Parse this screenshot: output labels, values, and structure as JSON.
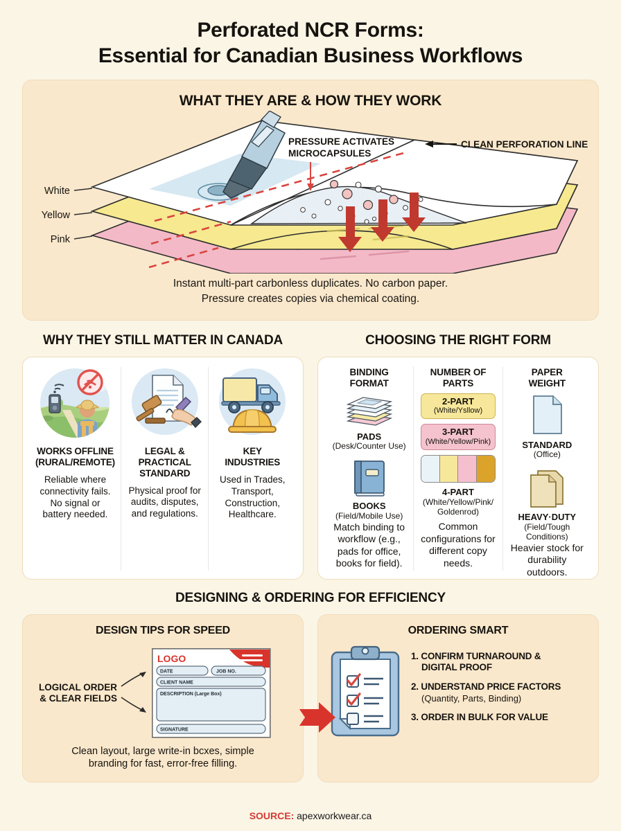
{
  "title": {
    "line1": "Perforated NCR Forms:",
    "line2": "Essential for Canadian Business Workflows"
  },
  "hero": {
    "heading": "WHAT THEY ARE & HOW THEY WORK",
    "layer_labels": [
      "White",
      "Yellow",
      "Pink"
    ],
    "annotations": {
      "pressure_line1": "PRESSURE ACTIVATES",
      "pressure_line2": "MICROCAPSULES",
      "perforation": "CLEAN PERFORATION LINE"
    },
    "caption_line1": "Instant multi-part carbonless duplicates. No carbon paper.",
    "caption_line2": "Pressure creates copies via chemical coating."
  },
  "why": {
    "heading": "WHY THEY STILL MATTER IN CANADA",
    "columns": [
      {
        "icon": "offline-rural-scene-icon",
        "title_line1": "WORKS OFFLINE",
        "title_line2": "(RURAL/REMOTE)",
        "body": "Reliable where connectivity fails. No signal or battery needed."
      },
      {
        "icon": "gavel-signature-document-icon",
        "title_line1": "LEGAL &",
        "title_line2": "PRACTICAL",
        "title_line3": "STANDARD",
        "body": "Physical proof for audits, disputes, and regulations."
      },
      {
        "icon": "truck-hardhat-icon",
        "title_line1": "KEY",
        "title_line2": "INDUSTRIES",
        "body": "Used in Trades, Transport, Construction, Healthcare."
      }
    ]
  },
  "choosing": {
    "heading": "CHOOSING THE RIGHT FORM",
    "columns": [
      {
        "head_line1": "BINDING",
        "head_line2": "FORMAT",
        "items": [
          {
            "icon": "paper-pad-stack-icon",
            "label": "PADS",
            "sub": "(Desk/Counter Use)"
          },
          {
            "icon": "bound-book-icon",
            "label": "BOOKS",
            "sub": "(Field/Mobile Use)"
          }
        ],
        "footer": "Match binding to workflow (e.g., pads for office, books for field)."
      },
      {
        "head_line1": "NUMBER OF",
        "head_line2": "PARTS",
        "chips": [
          {
            "title": "2-PART",
            "sub": "(White/Ysllow)",
            "style": "yellow"
          },
          {
            "title": "3-PART",
            "sub": "(White/Yellow/Pink)",
            "style": "pink"
          }
        ],
        "strip_colors": [
          "#e9f3f8",
          "#f7e79a",
          "#f6bfcd",
          "#dca32a"
        ],
        "strip_label": "4-PART",
        "strip_sub_line1": "(White/Yellow/Pink/",
        "strip_sub_line2": "Goldenrod)",
        "footer": "Common configurations for different copy needs."
      },
      {
        "head_line1": "PAPER",
        "head_line2": "WEIGHT",
        "items": [
          {
            "icon": "single-sheet-icon",
            "label": "STANDARD",
            "sub": "(Office)"
          },
          {
            "icon": "heavy-stock-sheets-icon",
            "label": "HEAVY·DUTY",
            "sub": "(Field/Tough Conditions)"
          }
        ],
        "footer": "Heavier stock for durability outdoors."
      }
    ]
  },
  "bottom": {
    "heading": "DESIGNING & ORDERING FOR EFFICIENCY",
    "design": {
      "title": "DESIGN TIPS FOR SPEED",
      "callout_line1": "LOGICAL ORDER",
      "callout_line2": "& CLEAR FIELDS",
      "form_mock": {
        "logo": "LOGO",
        "fields": [
          "DATE",
          "JOB NO.",
          "CLIENT NAME",
          "DESCRIPTION (Large Box)",
          "SIGNATURE"
        ]
      },
      "footer_line1": "Clean layout, large write-in bcxes, simple",
      "footer_line2": "branding for fast, error-free filling."
    },
    "ordering": {
      "title": "ORDERING SMART",
      "icon": "clipboard-checklist-icon",
      "items": [
        {
          "num": "1. CONFIRM TURNAROUND &",
          "num2": "DIGITAL PROOF",
          "sub": ""
        },
        {
          "num": "2. UNDERSTAND PRICE FACTORS",
          "num2": "",
          "sub": "(Quantity, Parts, Binding)"
        },
        {
          "num": "3. ORDER IN BULK FOR VALUE",
          "num2": "",
          "sub": ""
        }
      ]
    }
  },
  "footer": {
    "source_label": "SOURCE:",
    "source_value": "apexworkwear.ca"
  },
  "colors": {
    "page_bg": "#fbf5e6",
    "panel_beige": "#fae8cc",
    "accent_red": "#d33b33",
    "white_sheet": "#ffffff",
    "yellow_sheet": "#f6e98f",
    "pink_sheet": "#f3b9c7"
  }
}
